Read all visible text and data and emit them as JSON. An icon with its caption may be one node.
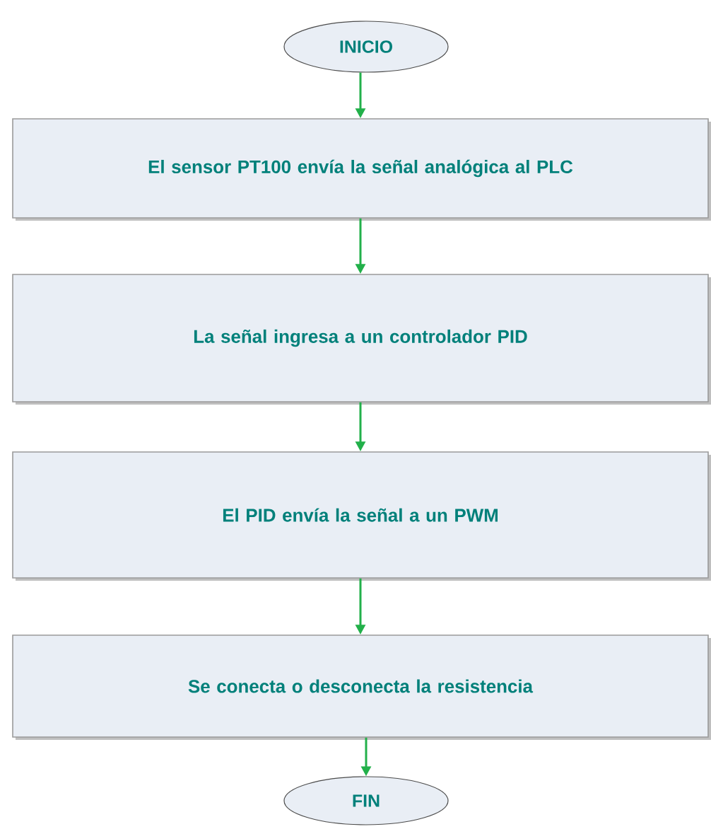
{
  "diagram": {
    "nodes": [
      {
        "text": [
          "INICIO"
        ]
      },
      {
        "text": [
          "El sensor PT100 envía la señal analógica al PLC"
        ]
      },
      {
        "text": [
          "La señal ingresa a un controlador PID"
        ]
      },
      {
        "text": [
          "El PID envía la señal a un PWM"
        ]
      },
      {
        "text": [
          "Se conecta o desconecta la resistencia"
        ]
      },
      {
        "text": [
          "FIN"
        ]
      }
    ],
    "edges": [
      {
        "from": 0,
        "to": 1,
        "arrow": "to"
      },
      {
        "from": 1,
        "to": 2,
        "arrow": "to"
      },
      {
        "from": 2,
        "to": 3,
        "arrow": "to"
      },
      {
        "from": 3,
        "to": 4,
        "arrow": "to"
      },
      {
        "from": 4,
        "to": 5,
        "arrow": "to"
      }
    ]
  }
}
